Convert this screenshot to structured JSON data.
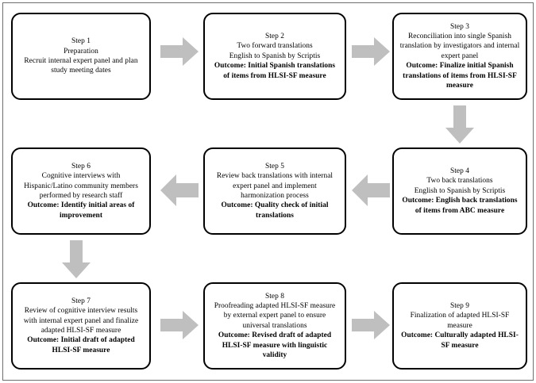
{
  "diagram": {
    "title": "Nine-step cross-cultural adaptation process flowchart",
    "arrow_color": "#bfbfbf",
    "box_border_color": "#000000",
    "background_color": "#ffffff"
  },
  "steps": [
    {
      "id": "step-1",
      "number": "Step 1",
      "lines": [
        "Preparation",
        "Recruit internal expert panel and plan study meeting dates"
      ],
      "outcome": ""
    },
    {
      "id": "step-2",
      "number": "Step 2",
      "lines": [
        "Two forward translations",
        "English to Spanish by Scriptis"
      ],
      "outcome": "Outcome: Initial Spanish translations of items from HLSI-SF measure"
    },
    {
      "id": "step-3",
      "number": "Step 3",
      "lines": [
        "Reconciliation into single Spanish translation by investigators and internal expert panel"
      ],
      "outcome": "Outcome: Finalize initial Spanish translations of items from HLSI-SF measure"
    },
    {
      "id": "step-4",
      "number": "Step 4",
      "lines": [
        "Two back translations",
        "English to Spanish by Scriptis"
      ],
      "outcome": "Outcome: English back translations of items from ABC measure"
    },
    {
      "id": "step-5",
      "number": "Step 5",
      "lines": [
        "Review back translations with internal expert panel and implement harmonization process"
      ],
      "outcome": "Outcome: Quality check of initial translations"
    },
    {
      "id": "step-6",
      "number": "Step 6",
      "lines": [
        "Cognitive interviews with Hispanic/Latino community members performed by research staff"
      ],
      "outcome": "Outcome: Identify initial areas of improvement"
    },
    {
      "id": "step-7",
      "number": "Step 7",
      "lines": [
        "Review of cognitive interview results with internal expert panel and finalize adapted HLSI-SF measure"
      ],
      "outcome": "Outcome: Initial draft of adapted HLSI-SF measure"
    },
    {
      "id": "step-8",
      "number": "Step 8",
      "lines": [
        "Proofreading adapted HLSI-SF measure by external expert panel to ensure universal translations"
      ],
      "outcome": "Outcome: Revised draft of adapted HLSI-SF measure with linguistic validity"
    },
    {
      "id": "step-9",
      "number": "Step 9",
      "lines": [
        "Finalization of adapted HLSI-SF measure"
      ],
      "outcome": "Outcome: Culturally adapted HLSI-SF measure"
    }
  ],
  "arrows": [
    {
      "id": "arrow-1-to-2",
      "direction": "right",
      "from": "step-1",
      "to": "step-2"
    },
    {
      "id": "arrow-2-to-3",
      "direction": "right",
      "from": "step-2",
      "to": "step-3"
    },
    {
      "id": "arrow-3-to-4",
      "direction": "down",
      "from": "step-3",
      "to": "step-4"
    },
    {
      "id": "arrow-4-to-5",
      "direction": "left",
      "from": "step-4",
      "to": "step-5"
    },
    {
      "id": "arrow-5-to-6",
      "direction": "left",
      "from": "step-5",
      "to": "step-6"
    },
    {
      "id": "arrow-6-to-7",
      "direction": "down",
      "from": "step-6",
      "to": "step-7"
    },
    {
      "id": "arrow-7-to-8",
      "direction": "right",
      "from": "step-7",
      "to": "step-8"
    },
    {
      "id": "arrow-8-to-9",
      "direction": "right",
      "from": "step-8",
      "to": "step-9"
    }
  ]
}
